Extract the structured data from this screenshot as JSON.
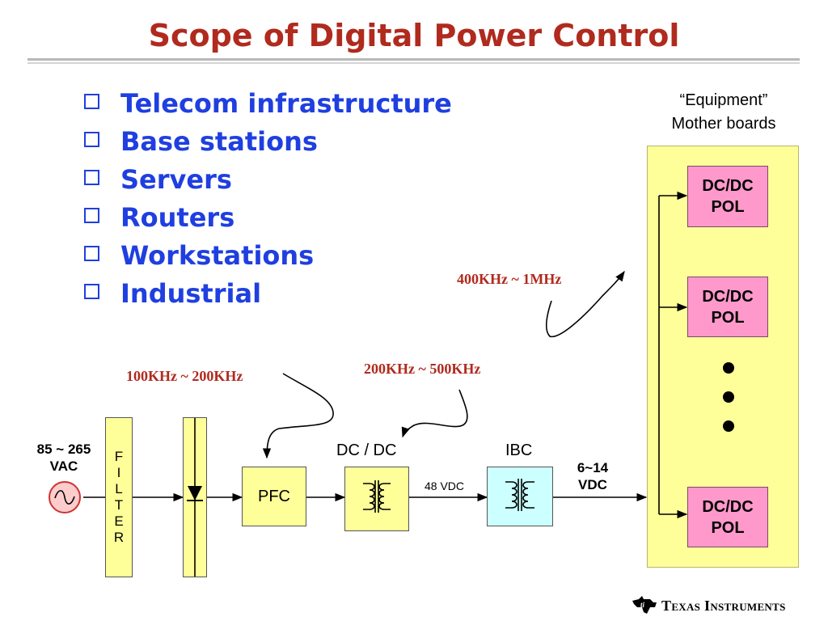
{
  "title": "Scope of Digital Power Control",
  "bullets": [
    "Telecom infrastructure",
    "Base stations",
    "Servers",
    "Routers",
    "Workstations",
    "Industrial"
  ],
  "equipment": {
    "line1": "“Equipment”",
    "line2": "Mother boards"
  },
  "pol": {
    "line1": "DC/DC",
    "line2": "POL"
  },
  "freqs": {
    "pfc": "100KHz ~ 200KHz",
    "dcdc": "200KHz ~ 500KHz",
    "pol": "400KHz ~ 1MHz"
  },
  "input": {
    "line1": "85 ~ 265",
    "line2": "VAC"
  },
  "filter_letters": [
    "F",
    "I",
    "L",
    "T",
    "E",
    "R"
  ],
  "blocks": {
    "pfc": "PFC",
    "dcdc": "DC / DC",
    "ibc": "IBC"
  },
  "bus": {
    "v48": "48 VDC",
    "out_line1": "6~14",
    "out_line2": "VDC"
  },
  "logo": {
    "brand_T": "T",
    "brand_exas": "EXAS",
    "brand_I": "I",
    "brand_nstruments": "NSTRUMENTS"
  },
  "colors": {
    "title": "#b02a1e",
    "bullets": "#1f3fe0",
    "block_fill": "#ffff9a",
    "pol_fill": "#ff99cc",
    "ibc_fill": "#ccffff"
  }
}
